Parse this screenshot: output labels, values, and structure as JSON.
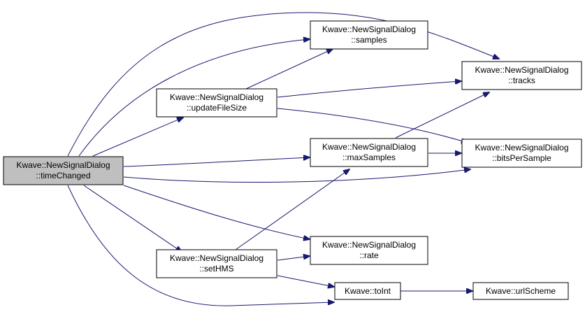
{
  "colors": {
    "edge": "#191970",
    "node_fill": "#ffffff",
    "highlight_fill": "#bfbfbf",
    "border": "#000000"
  },
  "nodes": {
    "timeChanged": {
      "line1": "Kwave::NewSignalDialog",
      "line2": "::timeChanged",
      "highlighted": true
    },
    "samples": {
      "line1": "Kwave::NewSignalDialog",
      "line2": "::samples"
    },
    "updateFileSize": {
      "line1": "Kwave::NewSignalDialog",
      "line2": "::updateFileSize"
    },
    "tracks": {
      "line1": "Kwave::NewSignalDialog",
      "line2": "::tracks"
    },
    "maxSamples": {
      "line1": "Kwave::NewSignalDialog",
      "line2": "::maxSamples"
    },
    "bitsPerSample": {
      "line1": "Kwave::NewSignalDialog",
      "line2": "::bitsPerSample"
    },
    "rate": {
      "line1": "Kwave::NewSignalDialog",
      "line2": "::rate"
    },
    "setHMS": {
      "line1": "Kwave::NewSignalDialog",
      "line2": "::setHMS"
    },
    "toInt": {
      "line1": "Kwave::toInt"
    },
    "urlScheme": {
      "line1": "Kwave::urlScheme"
    }
  },
  "edges": [
    {
      "from": "timeChanged",
      "to": "tracks"
    },
    {
      "from": "timeChanged",
      "to": "samples"
    },
    {
      "from": "timeChanged",
      "to": "updateFileSize"
    },
    {
      "from": "timeChanged",
      "to": "maxSamples"
    },
    {
      "from": "timeChanged",
      "to": "bitsPerSample"
    },
    {
      "from": "timeChanged",
      "to": "rate"
    },
    {
      "from": "timeChanged",
      "to": "setHMS"
    },
    {
      "from": "timeChanged",
      "to": "toInt"
    },
    {
      "from": "updateFileSize",
      "to": "samples"
    },
    {
      "from": "updateFileSize",
      "to": "tracks"
    },
    {
      "from": "updateFileSize",
      "to": "bitsPerSample"
    },
    {
      "from": "maxSamples",
      "to": "tracks"
    },
    {
      "from": "maxSamples",
      "to": "bitsPerSample"
    },
    {
      "from": "setHMS",
      "to": "maxSamples"
    },
    {
      "from": "setHMS",
      "to": "rate"
    },
    {
      "from": "setHMS",
      "to": "toInt"
    },
    {
      "from": "toInt",
      "to": "urlScheme"
    }
  ]
}
